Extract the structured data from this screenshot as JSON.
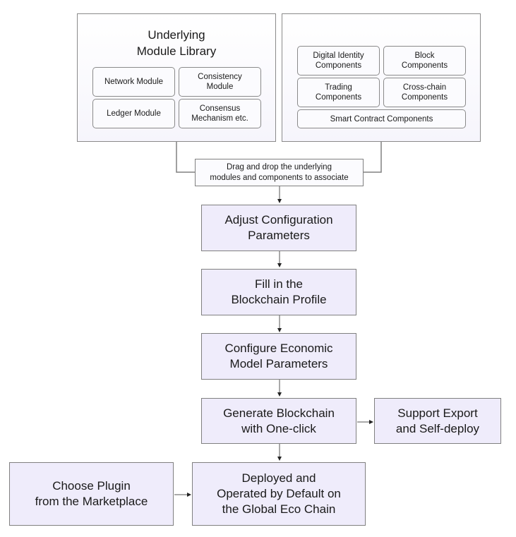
{
  "library": {
    "title_line1": "Underlying",
    "title_line2": "Module Library",
    "modules": [
      "Network Module",
      "Consistency\nModule",
      "Ledger Module",
      "Consensus\nMechanism etc."
    ]
  },
  "components": {
    "items": [
      "Digital Identity\nComponents",
      "Block\nComponents",
      "Trading\nComponents",
      "Cross-chain\nComponents",
      "Smart Contract Components"
    ]
  },
  "drag_note": "Drag and drop the underlying\nmodules and components to associate",
  "steps": {
    "adjust": "Adjust Configuration\nParameters",
    "profile": "Fill in the\nBlockchain Profile",
    "economic": "Configure Economic\nModel Parameters",
    "generate": "Generate Blockchain\nwith One-click",
    "export": "Support Export\nand Self-deploy",
    "plugin": "Choose Plugin\nfrom the Marketplace",
    "deploy": "Deployed and\nOperated by Default on\nthe Global Eco Chain"
  },
  "colors": {
    "step_fill": "#efecfb",
    "border": "#808080",
    "connector": "#555555"
  }
}
